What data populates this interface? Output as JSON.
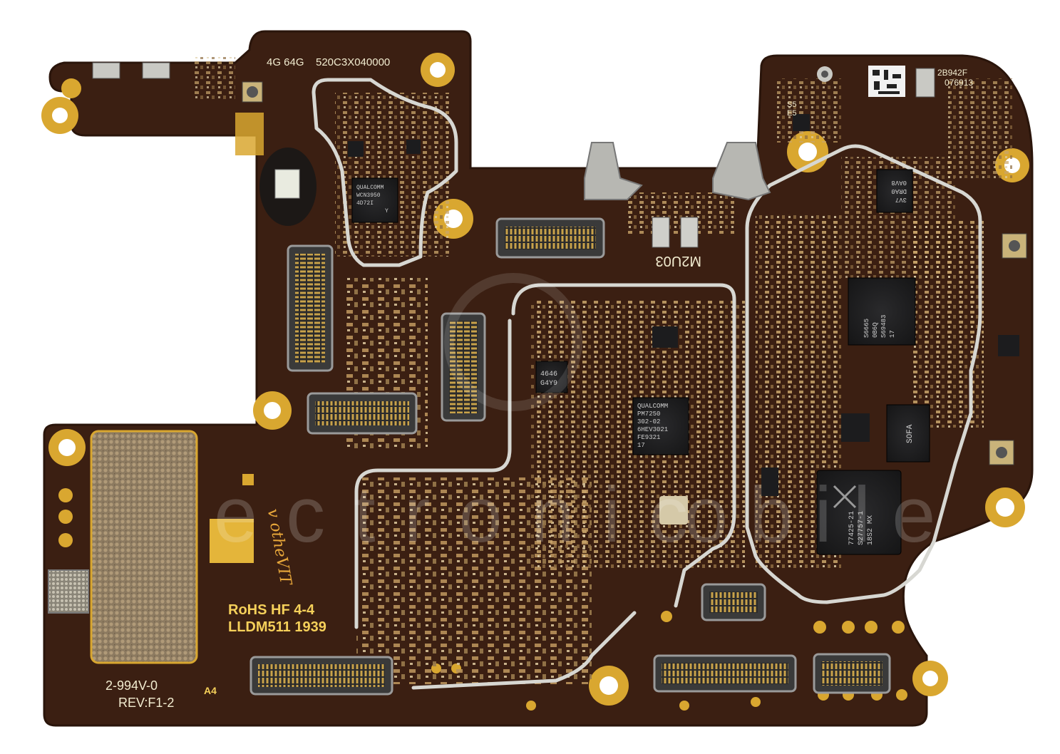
{
  "image": {
    "subject": "smartphone-motherboard",
    "colors": {
      "pcb": "#3b1f12",
      "pcb_dark": "#2a150b",
      "gold": "#d9a730",
      "gold_light": "#f1cc5a",
      "shield": "#c9c9c4",
      "chip": "#1c1c1e",
      "silkscreen": "#f2ecd0"
    }
  },
  "labels": {
    "memory": "4G 64G",
    "serial": "520C3X040000",
    "board_code": "2B942F",
    "board_code2": "076913",
    "rohs": "RoHS HF 4-4",
    "lldm": "LLDM511 1939",
    "ul": "2-994V-0",
    "rev": "REV:F1-2",
    "a4": "A4",
    "m2u03": "M2U03",
    "handwriting": "v otheVIT",
    "s5e5_1": "S5",
    "s5e5_2": "E5"
  },
  "chips": {
    "wcn": [
      "QUALCOMM",
      "WCN3950",
      "4D72I",
      "Y"
    ],
    "pm": [
      "QUALCOMM",
      "PM7250",
      "302-02",
      "6HEV3021",
      "FE9321",
      "17"
    ],
    "small": [
      "4646",
      "G4Y9"
    ],
    "cpu": [
      "S6665",
      "0B6Q",
      "S69483",
      "17"
    ],
    "rf": [
      "77425-21",
      "S27757-1",
      "18S2 MX"
    ],
    "sofa": "SOFA",
    "mem_small": [
      "3V7",
      "DRA0",
      "0AV8"
    ]
  },
  "watermark": {
    "word": "ectronic",
    "word2": "obile"
  }
}
